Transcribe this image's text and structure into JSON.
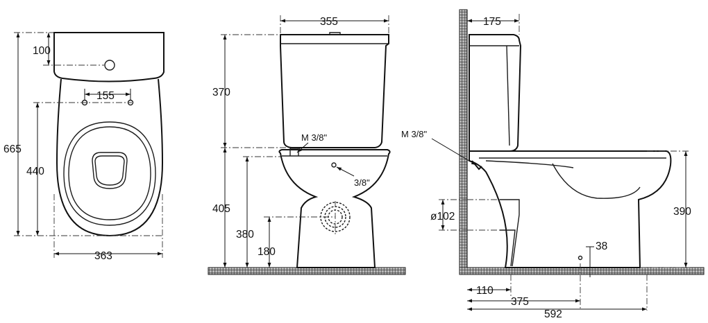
{
  "top_view": {
    "dim_overall_length": "665",
    "dim_tank_depth": "100",
    "dim_fixing_spacing": "155",
    "dim_fixing_to_front": "440",
    "dim_width": "363"
  },
  "front_view": {
    "dim_tank_width": "355",
    "dim_tank_height": "370",
    "dim_bowl_height": "405",
    "dim_outlet_height": "380",
    "dim_outlet_center": "180",
    "label_tank_inlet": "M 3/8\"",
    "label_water_inlet": "3/8\""
  },
  "side_view": {
    "dim_tank_depth": "175",
    "label_inlet_thread": "M 3/8\"",
    "dim_outlet_diameter": "ø102",
    "dim_seat_height": "390",
    "dim_outlet_offset": "38",
    "dim_wall_to_outlet": "110",
    "dim_wall_to_fixing": "375",
    "dim_overall_depth": "592"
  }
}
